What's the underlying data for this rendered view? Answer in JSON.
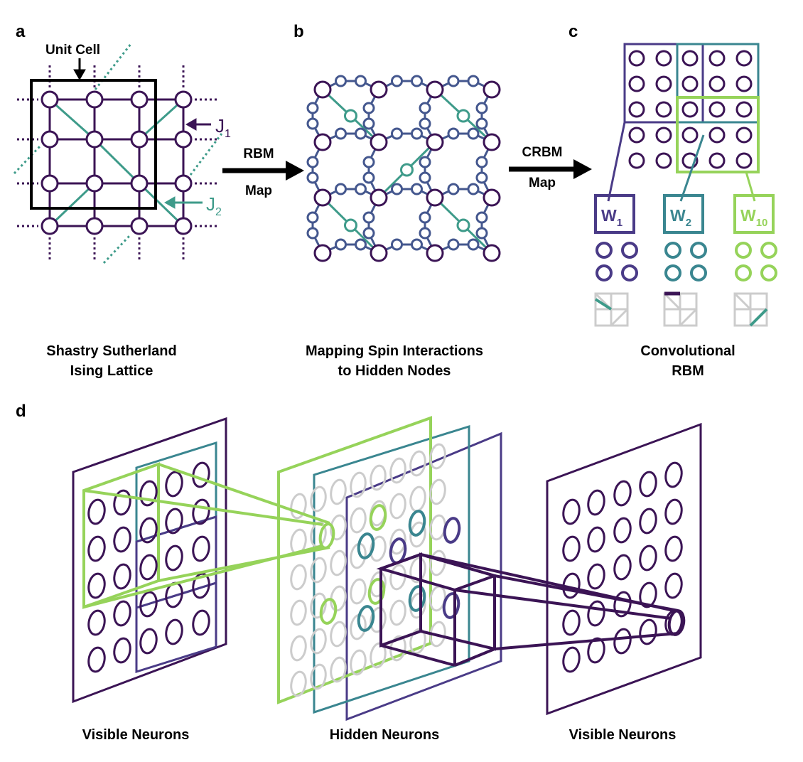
{
  "colors": {
    "dark": "#3b1455",
    "purple": "#4a3b87",
    "blue": "#44578e",
    "teal": "#3a8690",
    "green_j2": "#3e9b8a",
    "lime": "#96d35a",
    "gray": "#cccccc",
    "black": "#000000"
  },
  "panel_a": {
    "letter": "a",
    "unit_cell_label": "Unit Cell",
    "j1": "J",
    "j1_sub": "1",
    "j2": "J",
    "j2_sub": "2",
    "caption_line1": "Shastry Sutherland",
    "caption_line2": "Ising Lattice"
  },
  "arrow_rbm": {
    "line1": "RBM",
    "line2": "Map"
  },
  "panel_b": {
    "letter": "b",
    "caption_line1": "Mapping Spin Interactions",
    "caption_line2": "to Hidden Nodes"
  },
  "arrow_crbm": {
    "line1": "CRBM",
    "line2": "Map"
  },
  "panel_c": {
    "letter": "c",
    "filters": [
      {
        "label": "W",
        "sub": "1"
      },
      {
        "label": "W",
        "sub": "2"
      },
      {
        "label": "W",
        "sub": "10"
      }
    ],
    "caption_line1": "Convolutional",
    "caption_line2": "RBM"
  },
  "panel_d": {
    "letter": "d",
    "left_caption": "Visible Neurons",
    "middle_caption": "Hidden Neurons",
    "right_caption": "Visible Neurons"
  }
}
